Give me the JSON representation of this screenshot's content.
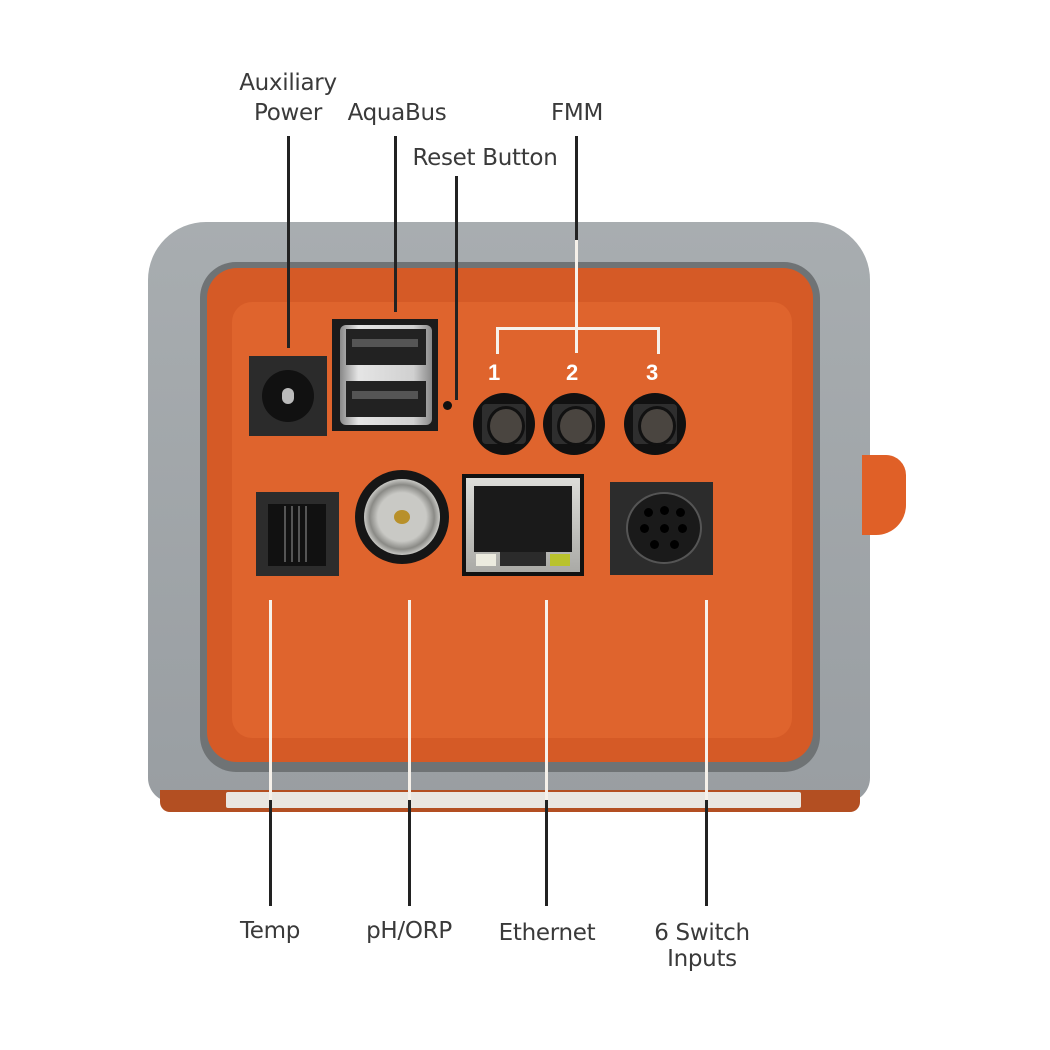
{
  "diagram": {
    "subject": "Controller connector panel (front view)",
    "colors": {
      "panel_orange": "#df642d",
      "shell_gray": "#a3a8ab",
      "leader_dark": "#222222",
      "leader_light": "#f6f1ea"
    },
    "top_labels": [
      {
        "id": "aux-power",
        "line1": "Auxiliary",
        "line2": "Power"
      },
      {
        "id": "aquabus",
        "line1": "AquaBus"
      },
      {
        "id": "reset",
        "line1": "Reset Button"
      },
      {
        "id": "fmm",
        "line1": "FMM"
      }
    ],
    "fmm_ports": [
      "1",
      "2",
      "3"
    ],
    "bottom_labels": [
      {
        "id": "temp",
        "line1": "Temp"
      },
      {
        "id": "ph-orp",
        "line1": "pH/ORP"
      },
      {
        "id": "ethernet",
        "line1": "Ethernet"
      },
      {
        "id": "switch-inputs",
        "line1": "6 Switch",
        "line2": "Inputs"
      }
    ]
  }
}
